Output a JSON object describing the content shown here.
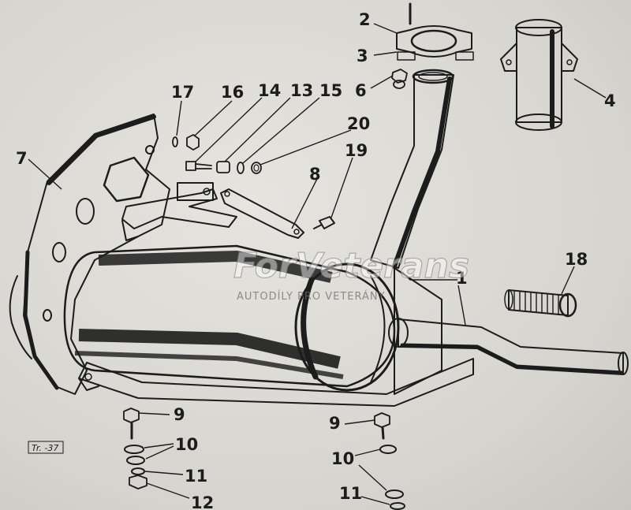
{
  "part_numbers": {
    "n2": "2",
    "n3": "3",
    "n4": "4",
    "n6": "6",
    "n7": "7",
    "n8": "8",
    "n1": "1",
    "n13": "13",
    "n14": "14",
    "n15": "15",
    "n16": "16",
    "n17": "17",
    "n18": "18",
    "n19": "19",
    "n20": "20",
    "n9a": "9",
    "n9b": "9",
    "n10a": "10",
    "n10b": "10",
    "n11a": "11",
    "n11b": "11",
    "n12": "12"
  },
  "figure_ref": "Tr. -37",
  "watermark": {
    "brand": "ForVeterans",
    "tagline": "AUTODÍLY PRO VETERÁNY"
  }
}
